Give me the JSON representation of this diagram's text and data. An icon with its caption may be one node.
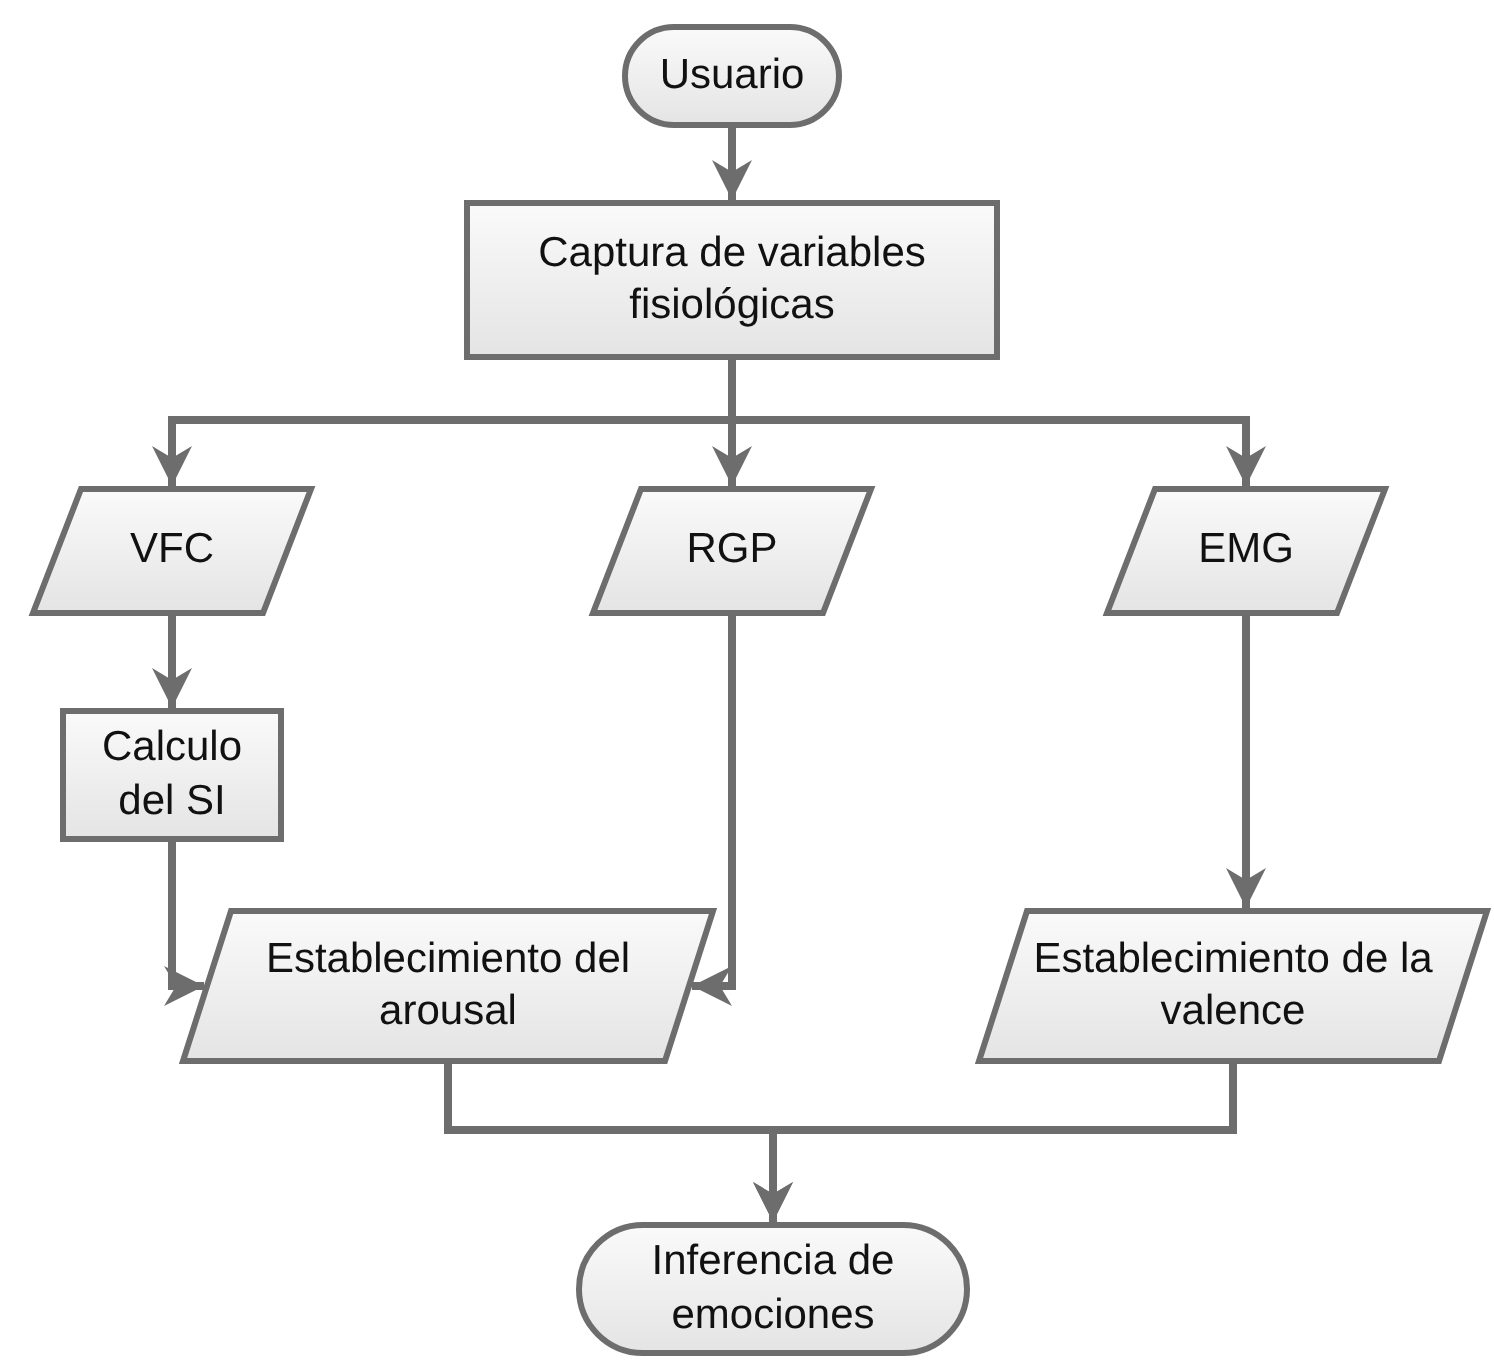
{
  "diagram": {
    "nodes": [
      {
        "text": [
          "Usuario"
        ]
      },
      {
        "text": [
          "Captura de variables fisiológicas"
        ]
      },
      {
        "text": [
          "VFC"
        ]
      },
      {
        "text": [
          "RGP"
        ]
      },
      {
        "text": [
          "EMG"
        ]
      },
      {
        "text": [
          "Calculo del SI"
        ]
      },
      {
        "text": [
          "Establecimiento del arousal"
        ]
      },
      {
        "text": [
          "Establecimiento de la valence"
        ]
      },
      {
        "text": [
          "Inferencia de emociones"
        ]
      }
    ],
    "edges": [
      {
        "from": 0,
        "to": 1,
        "arrow": "to"
      },
      {
        "from": 1,
        "to": 2,
        "arrow": "to"
      },
      {
        "from": 1,
        "to": 3,
        "arrow": "to"
      },
      {
        "from": 1,
        "to": 4,
        "arrow": "to"
      },
      {
        "from": 2,
        "to": 5,
        "arrow": "to"
      },
      {
        "from": 5,
        "to": 6,
        "arrow": "to"
      },
      {
        "from": 3,
        "to": 6,
        "arrow": "to"
      },
      {
        "from": 4,
        "to": 7,
        "arrow": "to"
      },
      {
        "from": 6,
        "to": 8,
        "arrow": "to"
      },
      {
        "from": 7,
        "to": 8,
        "arrow": "to"
      }
    ]
  }
}
